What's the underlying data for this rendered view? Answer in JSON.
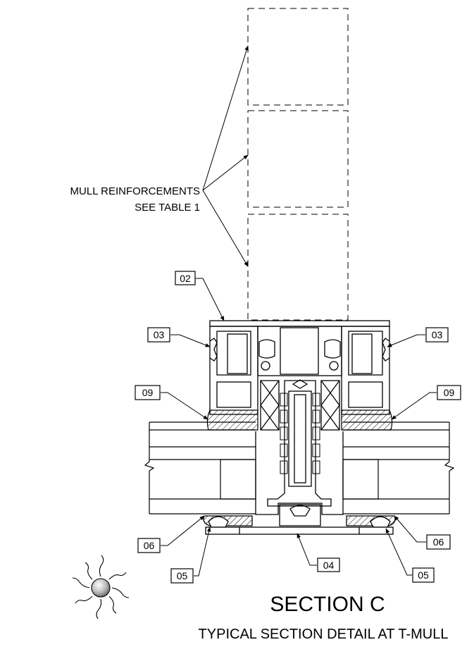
{
  "callout": {
    "line1": "MULL REINFORCEMENTS",
    "line2": "SEE TABLE 1"
  },
  "tags": {
    "t02": "02",
    "t03": "03",
    "t04": "04",
    "t05": "05",
    "t06": "06",
    "t09": "09"
  },
  "title": {
    "main": "SECTION C",
    "sub": "TYPICAL SECTION DETAIL AT T-MULL"
  },
  "sun_icon": "sun-icon",
  "colors": {
    "line": "#000000",
    "background": "#ffffff"
  }
}
